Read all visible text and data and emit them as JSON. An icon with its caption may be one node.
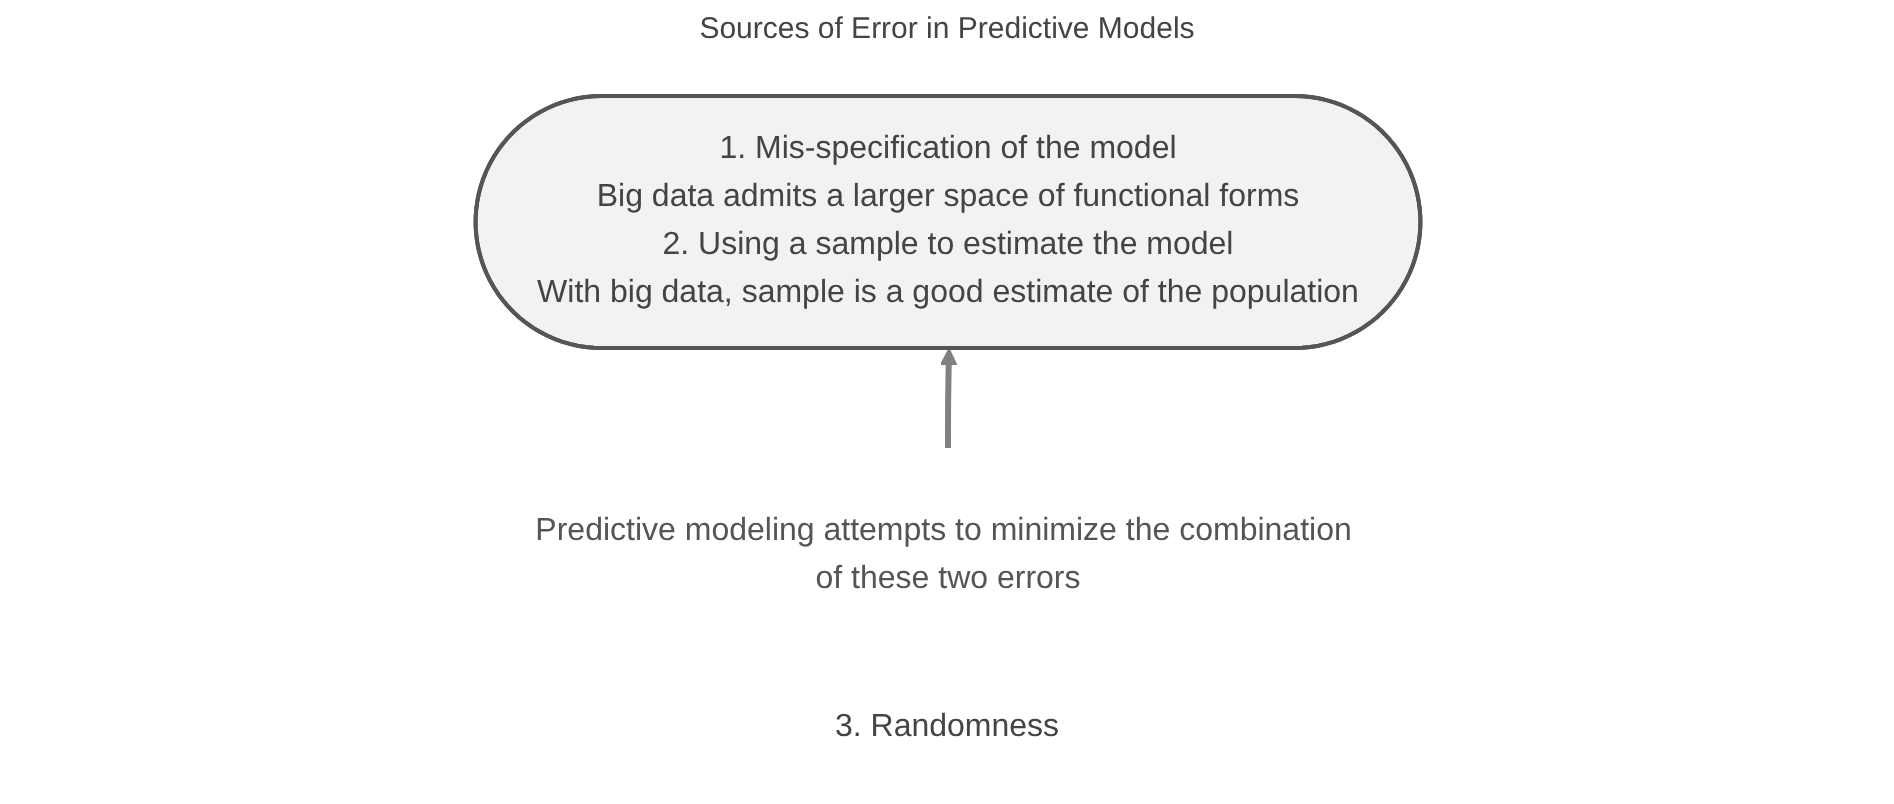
{
  "diagram": {
    "title": "Sources of Error in Predictive Models",
    "nodes": [
      {
        "text": [
          "1. Mis-specification of the model",
          "Big data admits a larger space of functional forms",
          "2. Using a sample to estimate the model",
          "With big data, sample is a good estimate of the population"
        ]
      },
      {
        "text": [
          "Predictive modeling attempts to minimize the combination of these two errors"
        ]
      }
    ],
    "edges": [
      {
        "from": 1,
        "to": 0,
        "arrow": "to"
      }
    ],
    "labels": [
      "3. Randomness"
    ]
  }
}
